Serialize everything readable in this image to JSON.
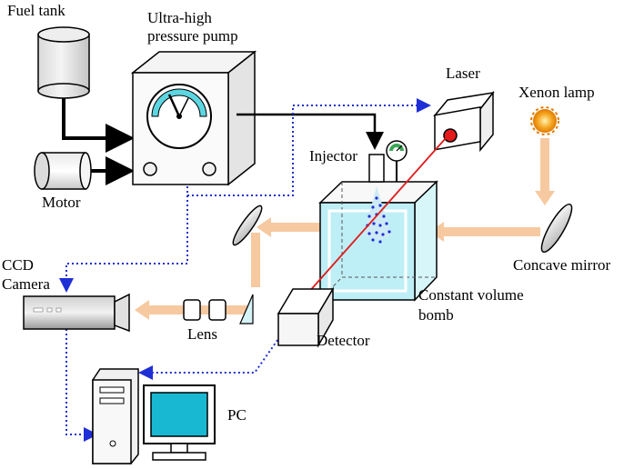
{
  "labels": {
    "fuel_tank": "Fuel tank",
    "pump_line1": "Ultra-high",
    "pump_line2": "pressure pump",
    "motor": "Motor",
    "laser": "Laser",
    "xenon_lamp": "Xenon lamp",
    "injector": "Injector",
    "concave_mirror": "Concave mirror",
    "ccd_line1": "CCD",
    "ccd_line2": "Camera",
    "lens": "Lens",
    "detector": "Detector",
    "bomb_line1": "Constant volume",
    "bomb_line2": "bomb",
    "pc": "PC"
  },
  "colors": {
    "light_beam": "#f7c9a0",
    "signal_line": "#1f2fd6",
    "laser_beam": "#e01b1b",
    "chamber_glass": "#bfeff6",
    "lamp_glow": "#f5a623",
    "laser_dot": "#e31b1b"
  }
}
